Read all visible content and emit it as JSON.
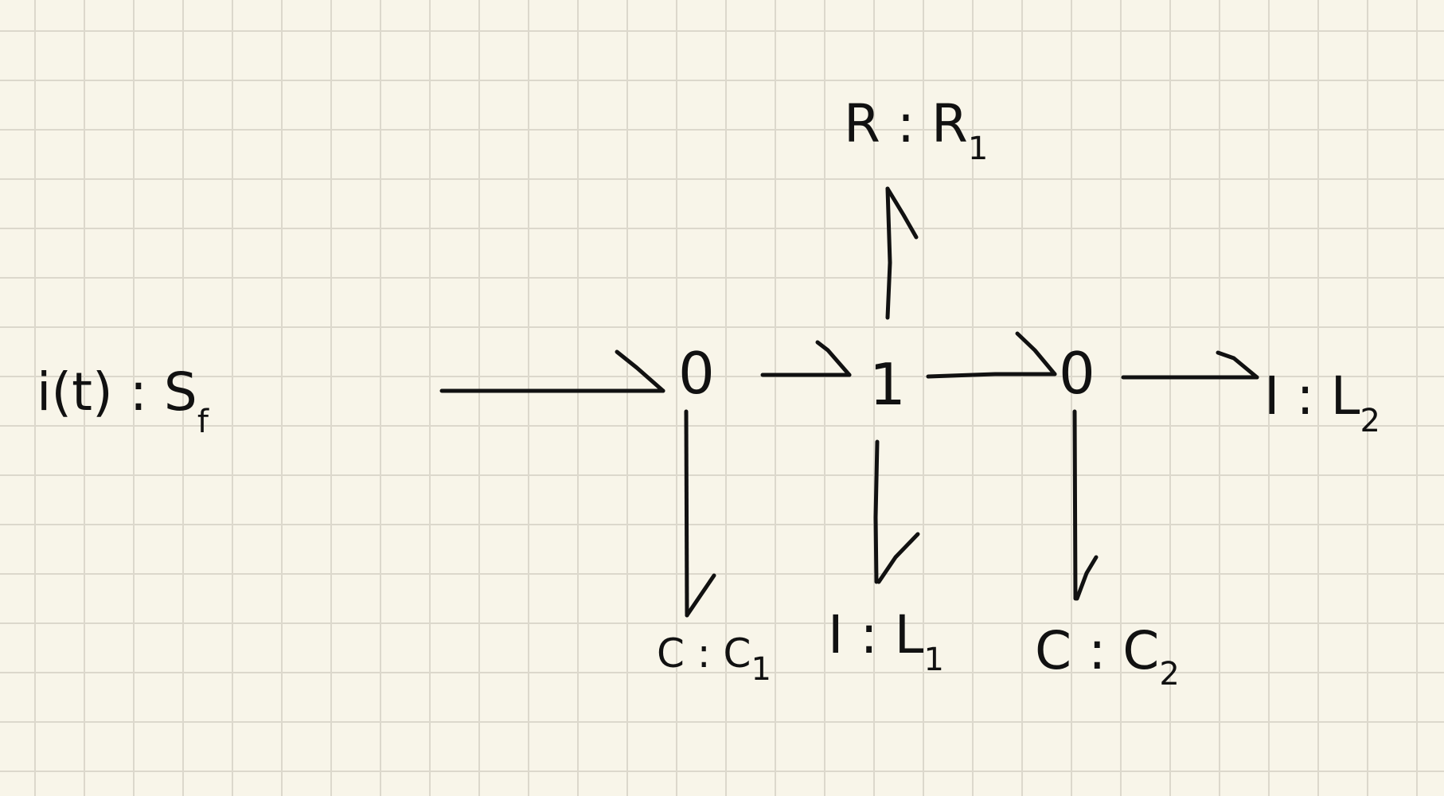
{
  "source": {
    "main": "i(t) : S",
    "sub": "f"
  },
  "junctions": {
    "zero_left": "0",
    "one": "1",
    "zero_right": "0"
  },
  "resistor": {
    "main": "R : R",
    "sub": "1"
  },
  "inductor_right": {
    "main": "I : L",
    "sub": "2"
  },
  "capacitor_1": {
    "main": "C : C",
    "sub": "1"
  },
  "inductor_1": {
    "main": "I : L",
    "sub": "1"
  },
  "capacitor_2": {
    "main": "C : C",
    "sub": "2"
  },
  "ink_color": "#111111",
  "paper_color": "#f8f5e9"
}
